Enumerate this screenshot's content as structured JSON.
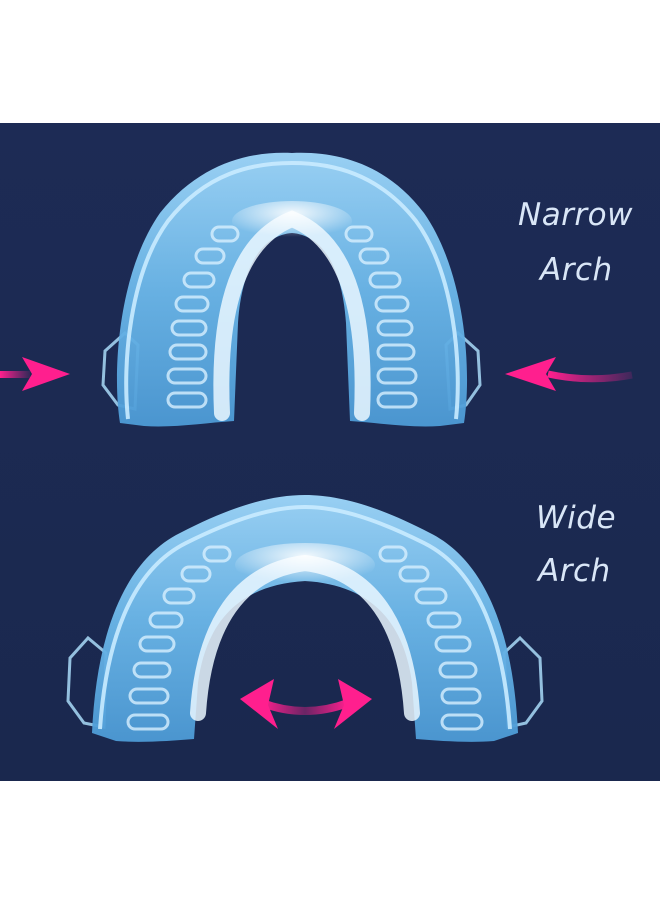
{
  "colors": {
    "background": "#1c2a52",
    "mouthguard": "#7fc7f0",
    "mouthguard_highlight": "#e8f6ff",
    "arrow": "#ff1f8e",
    "label_text": "#d9e6f7"
  },
  "labels": {
    "narrow_line1": "Narrow",
    "narrow_line2": "Arch",
    "wide_line1": "Wide",
    "wide_line2": "Arch"
  },
  "icons": {
    "narrow_left_arrow": "arrow-right-icon",
    "narrow_right_arrow": "arrow-left-icon",
    "wide_arrow": "double-curved-arrow-icon"
  }
}
